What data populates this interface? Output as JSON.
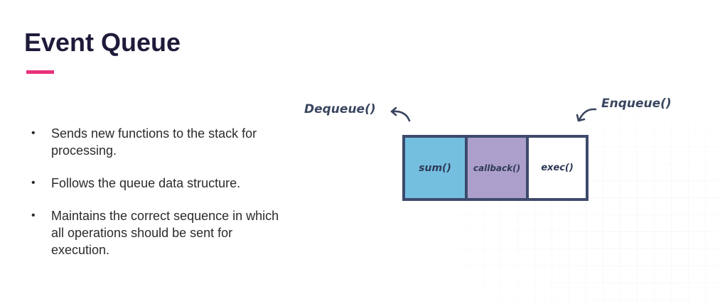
{
  "slide": {
    "title": "Event Queue",
    "accent_color": "#e8327a",
    "title_color": "#1e1b3a"
  },
  "bullets": [
    {
      "marker": "•",
      "text": "Sends new functions to the stack for processing."
    },
    {
      "marker": "•",
      "text": "Follows the queue data structure."
    },
    {
      "marker": "•",
      "text": "Maintains the correct sequence in which all operations should be sent for execution."
    }
  ],
  "diagram": {
    "dequeue_label": "Dequeue()",
    "enqueue_label": "Enqueue()",
    "queue_items": [
      {
        "label": "sum()",
        "color": "#74bfe0"
      },
      {
        "label": "callback()",
        "color": "#ad9fcc"
      },
      {
        "label": "exec()",
        "color": "#ffffff"
      }
    ],
    "border_color": "#3d4a6b",
    "icons": [
      "curved-arrow-left-icon",
      "curved-arrow-down-left-icon"
    ]
  }
}
